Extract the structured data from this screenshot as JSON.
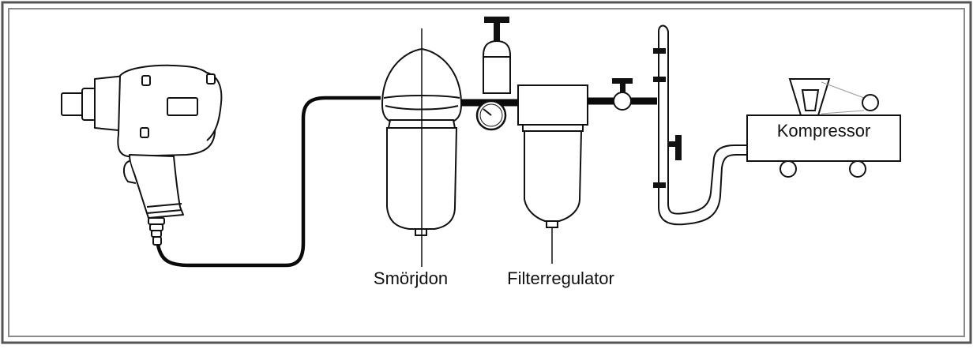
{
  "labels": {
    "lubricator": "Smörjdon",
    "filter_regulator": "Filterregulator",
    "compressor": "Kompressor"
  },
  "colors": {
    "frame_dark": "#555555",
    "frame_light": "#9a9a9a",
    "line": "#111111",
    "hose": "#0a0a0a",
    "fill": "#ffffff"
  }
}
